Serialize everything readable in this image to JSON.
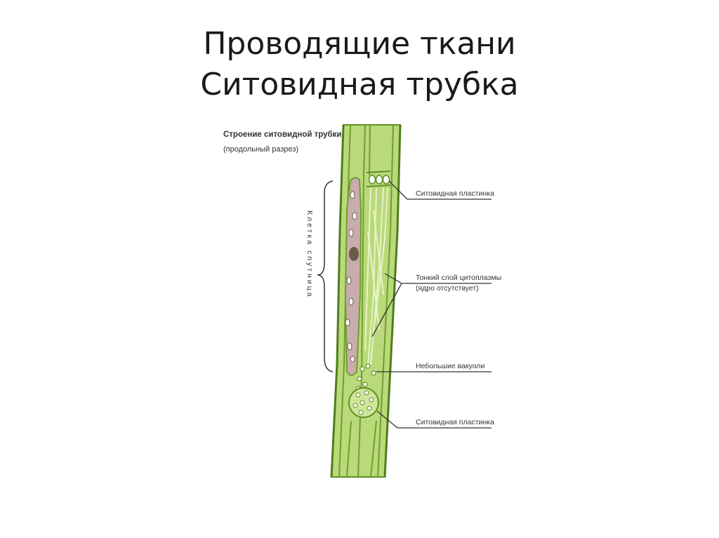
{
  "slide": {
    "title_line1": "Проводящие ткани",
    "title_line2": "Ситовидная трубка"
  },
  "diagram": {
    "heading_line1": "Строение ситовидной трубки",
    "heading_line2": "(продольный разрез)",
    "companion_cell_label": "Клетка спутница",
    "labels": {
      "sieve_plate_top": "Ситовидная пластинка",
      "cytoplasm_line1": "Тонкий слой цитоплазмы",
      "cytoplasm_line2": "(ядро отсутствует)",
      "vacuoles": "Небольшие вакуоли",
      "sieve_plate_bottom": "Ситовидная пластинка"
    },
    "colors": {
      "tube_green": "#b9d97a",
      "wall_green": "#6f9f2c",
      "companion_fill": "#c9adae",
      "nucleus": "#6b5a47"
    }
  }
}
